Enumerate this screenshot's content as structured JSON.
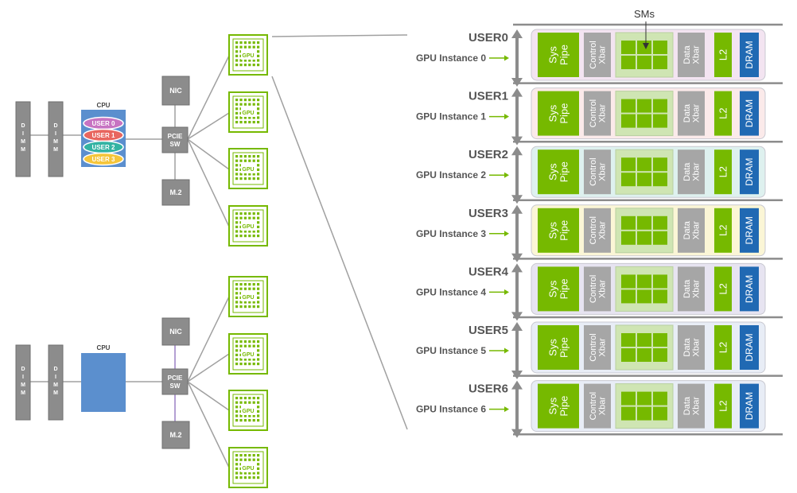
{
  "server": {
    "dimm_label": "DIMM",
    "cpu_label": "CPU",
    "nic_label": "NIC",
    "pcie_label_line1": "PCIE",
    "pcie_label_line2": "SW",
    "m2_label": "M.2",
    "gpu_label": "GPU",
    "cpu_users": [
      "USER 0",
      "USER 1",
      "USER 2",
      "USER 3"
    ],
    "cpu_user_colors": [
      "#c773c2",
      "#e8665f",
      "#33b3a3",
      "#f5c53a"
    ],
    "cpu_color": "#5b8fce"
  },
  "instances": {
    "sms_label": "SMs",
    "sys_pipe": [
      "Sys",
      "Pipe"
    ],
    "control_xbar": [
      "Control",
      "Xbar"
    ],
    "data_xbar": [
      "Data",
      "Xbar"
    ],
    "l2": "L2",
    "dram": "DRAM",
    "rows": [
      {
        "user": "USER0",
        "instance": "GPU Instance 0",
        "tint": "#f3e4f1"
      },
      {
        "user": "USER1",
        "instance": "GPU Instance 1",
        "tint": "#fbeaea"
      },
      {
        "user": "USER2",
        "instance": "GPU Instance 2",
        "tint": "#def1ef"
      },
      {
        "user": "USER3",
        "instance": "GPU Instance 3",
        "tint": "#fbf6d6"
      },
      {
        "user": "USER4",
        "instance": "GPU Instance 4",
        "tint": "#e7e4f1"
      },
      {
        "user": "USER5",
        "instance": "GPU Instance 5",
        "tint": "#e8edf6"
      },
      {
        "user": "USER6",
        "instance": "GPU Instance 6",
        "tint": "#e8edf6"
      }
    ]
  },
  "colors": {
    "green": "#76b900",
    "gray": "#a6a6a6",
    "dram_blue": "#2069b3",
    "box_gray": "#8c8c8c",
    "line_gray": "#a0a0a0"
  }
}
